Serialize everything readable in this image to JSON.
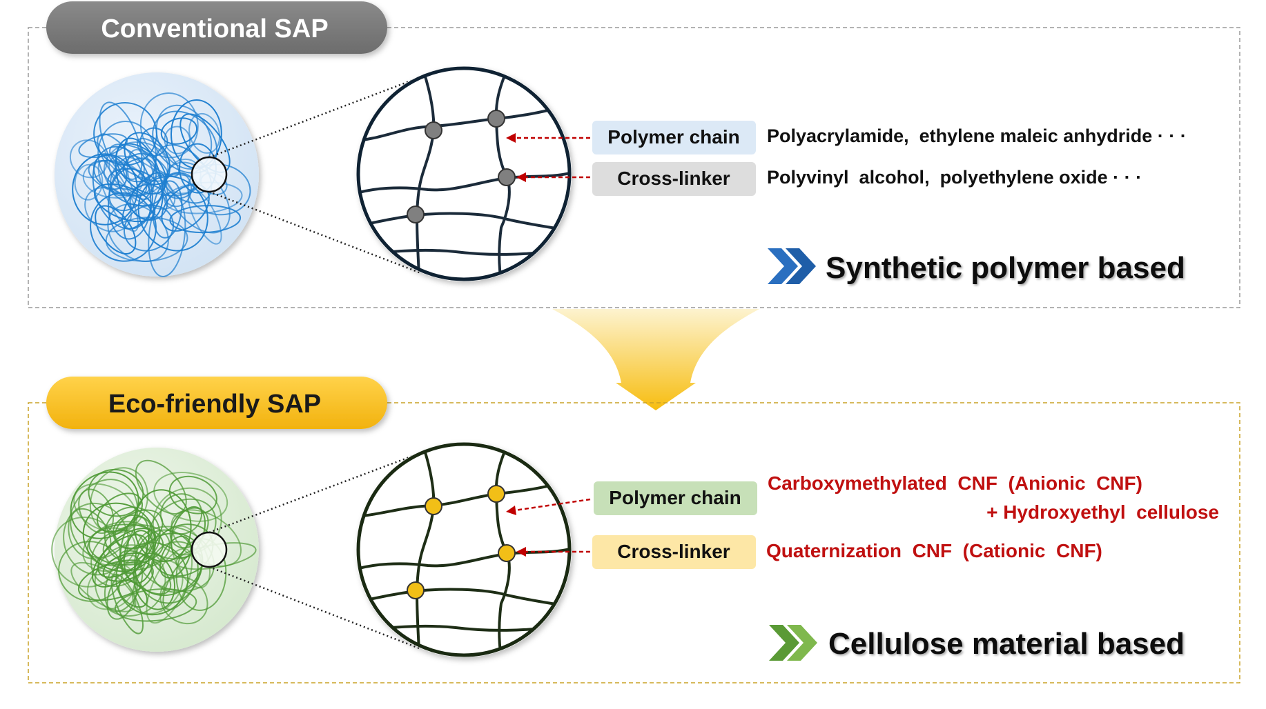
{
  "top_panel": {
    "title": "Conventional SAP",
    "labels": {
      "polymer_chain": "Polymer chain",
      "cross_linker": "Cross-linker"
    },
    "polymer_chain_examples": "Polyacrylamide,  ethylene maleic anhydride · · ·",
    "cross_linker_examples": "Polyvinyl  alcohol,  polyethylene oxide · · ·",
    "basis": "Synthetic polymer based",
    "colors": {
      "tangle": "#1f7fd0",
      "sphere": "#dce9f6",
      "node": "#808080",
      "badge": "#7a7a7a",
      "arrow_icon": "#2a6fc0"
    }
  },
  "bottom_panel": {
    "title": "Eco-friendly SAP",
    "labels": {
      "polymer_chain": "Polymer chain",
      "cross_linker": "Cross-linker"
    },
    "polymer_chain_examples_line1": "Carboxymethylated  CNF  (Anionic  CNF)",
    "polymer_chain_examples_line2": "+ Hydroxyethyl  cellulose",
    "cross_linker_examples": "Quaternization  CNF  (Cationic  CNF)",
    "basis": "Cellulose material based",
    "colors": {
      "tangle": "#4f9a36",
      "sphere": "#e1efdc",
      "node": "#f2bf17",
      "badge": "#f3be22",
      "arrow_icon": "#5a9a35",
      "highlight_text": "#c01010"
    }
  },
  "arrow_color": "#f7c21e"
}
